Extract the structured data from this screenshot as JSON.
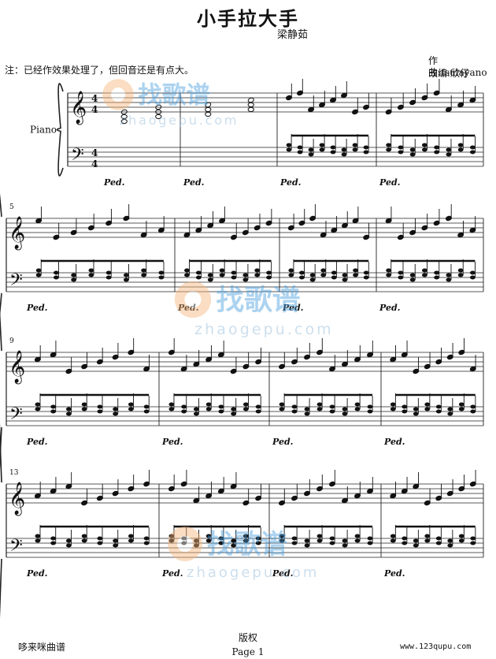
{
  "header": {
    "title": "小手拉大手",
    "singer": "梁静茹",
    "note": "注：已经作效果处理了，但回音还是有点大。",
    "composer": "作曲:tsuiayano",
    "arranger": "改编:欣仔"
  },
  "score": {
    "instrument": "Piano",
    "time_signature_top": "4",
    "time_signature_bottom": "4",
    "pedal_mark": "Ped.",
    "measure_numbers": [
      "5",
      "9",
      "13"
    ]
  },
  "watermark": {
    "brand": "找歌谱",
    "url": "zhaogepu.com"
  },
  "footer": {
    "left": "哆来咪曲谱",
    "copyright": "版权",
    "page": "Page 1",
    "right": "www.123qupu.com"
  }
}
